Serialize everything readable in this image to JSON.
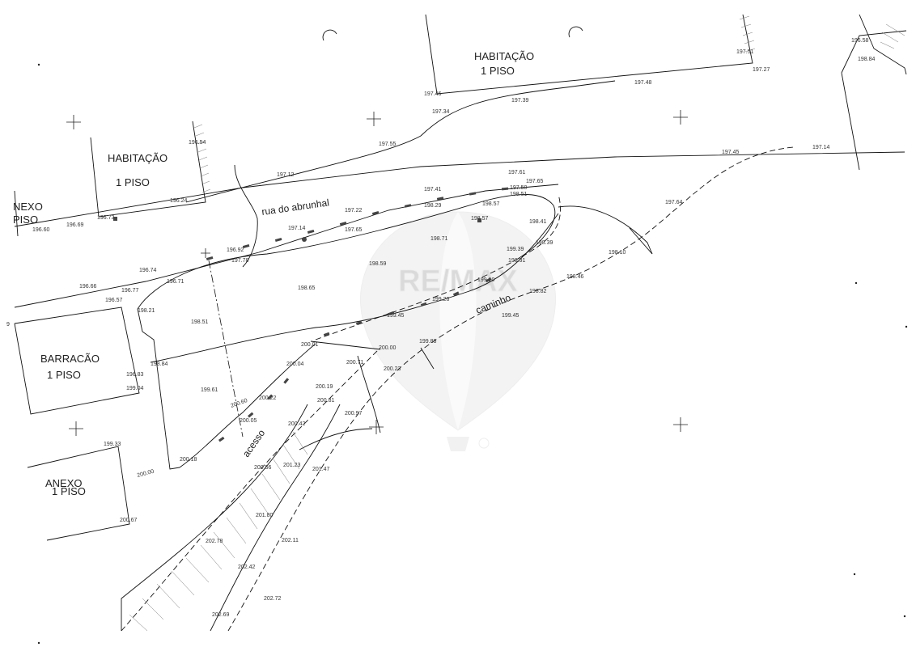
{
  "buildings": [
    {
      "name": "habitacao-top",
      "lines": [
        "HABITAÇÃO",
        "1 PISO"
      ]
    },
    {
      "name": "habitacao-left",
      "lines": [
        "HABITAÇÃO",
        "1 PISO"
      ]
    },
    {
      "name": "anexo-topleft",
      "lines": [
        "NEXO",
        "PISO"
      ]
    },
    {
      "name": "barracao",
      "lines": [
        "BARRACÃO",
        "1 PISO"
      ]
    },
    {
      "name": "anexo-bottom",
      "lines": [
        "ANEXO",
        "1 PISO"
      ]
    }
  ],
  "roads": {
    "rua": "rua do abrunhal",
    "caminho": "caminho",
    "acesso": "acesso"
  },
  "elevations": [
    "196.58",
    "197.51",
    "197.27",
    "198.84",
    "197.46",
    "197.48",
    "197.34",
    "197.39",
    "196.54",
    "197.55",
    "197.45",
    "197.14",
    "197.12",
    "196.24",
    "196.60",
    "196.69",
    "196.73",
    "197.61",
    "197.65",
    "197.41",
    "197.50",
    "198.51",
    "198.57",
    "198.29",
    "197.22",
    "197.65",
    "198.57",
    "198.41",
    "198.39",
    "197.64",
    "197.14",
    "198.71",
    "196.92",
    "197.78",
    "196.74",
    "198.59",
    "199.39",
    "198.91",
    "198.10",
    "196.66",
    "196.71",
    "196.77",
    "198.65",
    "199.10",
    "198.46",
    "196.57",
    "198.21",
    "199.26",
    "198.82",
    "198.51",
    "199.45",
    "199.45",
    "199.88",
    "200.01",
    "200.00",
    "200.04",
    "200.71",
    "200.23",
    "198.84",
    "196.83",
    "199.04",
    "199.61",
    "200.19",
    "200.60",
    "200.22",
    "200.81",
    "200.05",
    "200.42",
    "200.97",
    "199.33",
    "200.00",
    "200.18",
    "200.56",
    "201.23",
    "201.47",
    "200.67",
    "201.80",
    "202.11",
    "202.78",
    "202.42",
    "202.72",
    "202.69",
    "9"
  ],
  "watermark": "RE/MAX"
}
